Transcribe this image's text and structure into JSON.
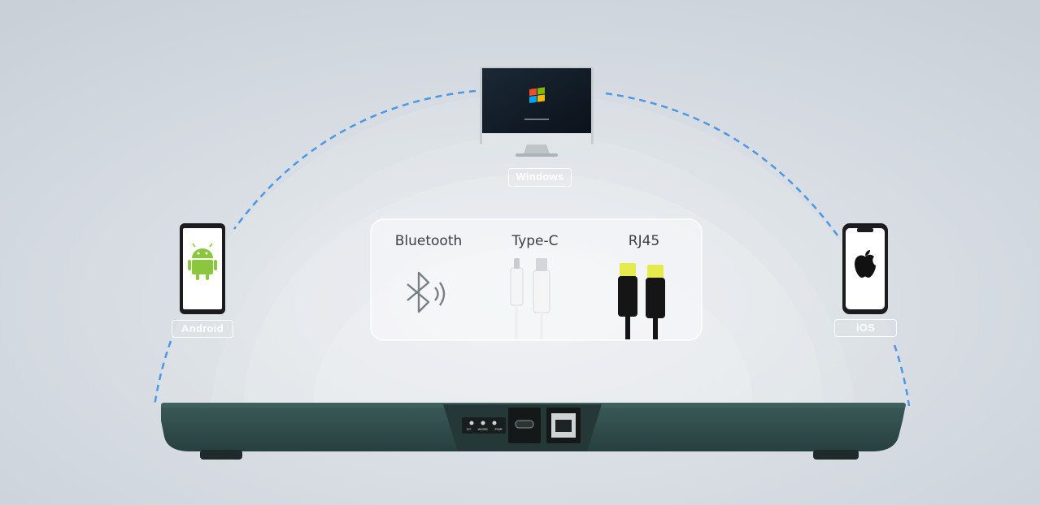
{
  "devices": {
    "windows": {
      "label": "Windows"
    },
    "android": {
      "label": "Android"
    },
    "ios": {
      "label": "iOS"
    }
  },
  "connections": [
    {
      "label": "Bluetooth",
      "icon": "bluetooth-icon"
    },
    {
      "label": "Type-C",
      "icon": "usb-cable-icon"
    },
    {
      "label": "RJ45",
      "icon": "ethernet-cable-icon"
    }
  ],
  "printer_panel": {
    "indicators": [
      "BT",
      "WORK",
      "PWR"
    ]
  },
  "colors": {
    "background": "#d3d9e0",
    "dashed_link": "#4a98e8",
    "printer_body": "#2f4a48",
    "android_green": "#8cc63f",
    "cable_tip": "#e3ea3a"
  }
}
